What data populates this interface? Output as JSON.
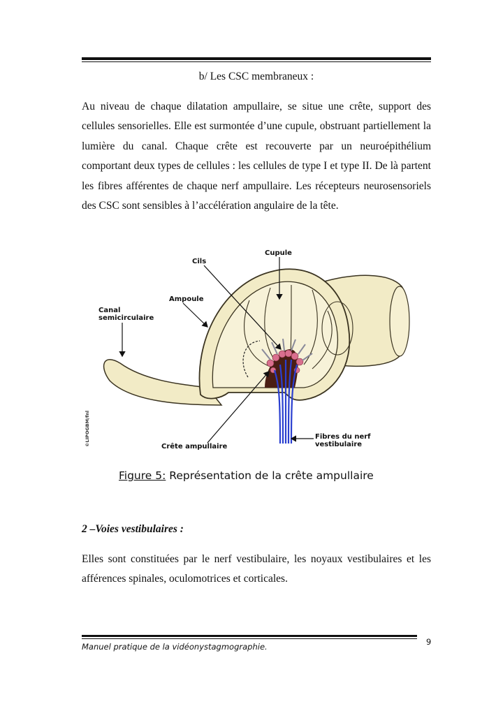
{
  "section": {
    "subtitle": "b/ Les CSC membraneux :",
    "paragraph1": "Au niveau de chaque dilatation ampullaire, se situe une crête, support des cellules sensorielles. Elle est surmontée d’une cupule, obstruant partiellement la lumière du canal. Chaque crête est recouverte par un neuroépithélium comportant deux types de cellules : les cellules de type I et type II. De là partent les fibres afférentes de chaque nerf ampullaire. Les récepteurs neurosensoriels des CSC sont sensibles à l’accélération angulaire de la tête."
  },
  "figure": {
    "labels": {
      "cupule": "Cupule",
      "cils": "Cils",
      "ampoule": "Ampoule",
      "canal_line1": "Canal",
      "canal_line2": "semicirculaire",
      "fibres_line1": "Fibres du nerf",
      "fibres_line2": "vestibulaire",
      "crete": "Crête ampullaire",
      "credit": "©LIPOGBM/fnl"
    },
    "caption_number": "Figure 5:",
    "caption_text": " Représentation de la crête ampullaire",
    "colors": {
      "tissue": "#f2ebc6",
      "outline": "#3a3320",
      "nerve": "#2a3fd0",
      "cells": "#d96f8e",
      "dark": "#4a1e14"
    }
  },
  "section2": {
    "heading": "2 –Voies vestibulaires :",
    "paragraph": "Elles sont constituées par le nerf vestibulaire, les noyaux vestibulaires et les afférences spinales, oculomotrices et corticales."
  },
  "footer": {
    "text": "Manuel pratique de la  vidéonystagmographie.",
    "page_number": "9"
  }
}
